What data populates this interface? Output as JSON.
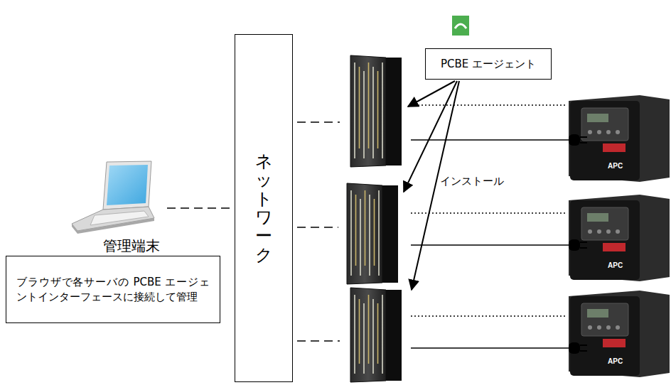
{
  "diagram": {
    "nodes": [
      {
        "text": [
          "PCBE エージェント"
        ]
      },
      {
        "text": [
          "管理端末"
        ]
      },
      {
        "text": [
          "ブラウザで各サーバの PCBE エージェントインターフェースに接続して管理"
        ]
      },
      {
        "text": [
          "ネットワーク"
        ]
      }
    ],
    "edges": [
      {
        "from": 1,
        "to": 3,
        "arrow": "none"
      }
    ],
    "labels": [
      "インストール",
      "APC",
      "APC",
      "APC"
    ]
  }
}
